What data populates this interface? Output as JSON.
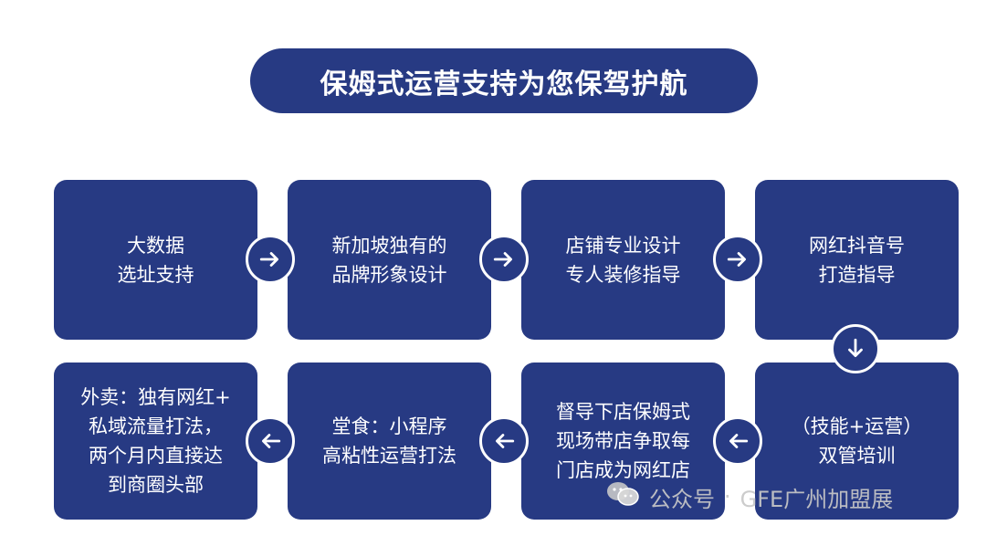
{
  "title": "保姆式运营支持为您保驾护航",
  "steps": [
    {
      "line1": "大数据",
      "line2": "选址支持"
    },
    {
      "line1": "新加坡独有的",
      "line2": "品牌形象设计"
    },
    {
      "line1": "店铺专业设计",
      "line2": "专人装修指导"
    },
    {
      "line1": "网红抖音号",
      "line2": "打造指导"
    },
    {
      "line1": "（技能+运营）",
      "line2": "双管培训"
    },
    {
      "line1": "督导下店保姆式",
      "line2": "现场带店争取每",
      "line3": "门店成为网红店"
    },
    {
      "line1": "堂食：小程序",
      "line2": "高粘性运营打法"
    },
    {
      "line1": "外卖：独有网红+",
      "line2": "私域流量打法，",
      "line3": "两个月内直接达",
      "line4": "到商圈头部"
    }
  ],
  "watermark": {
    "label": "公众号",
    "separator": "·",
    "account": "GFE广州加盟展"
  },
  "colors": {
    "primary": "#273a83",
    "background": "#ffffff"
  },
  "icons": {
    "flow_arrow": "arrow-icon",
    "watermark_logo": "wechat-icon"
  }
}
